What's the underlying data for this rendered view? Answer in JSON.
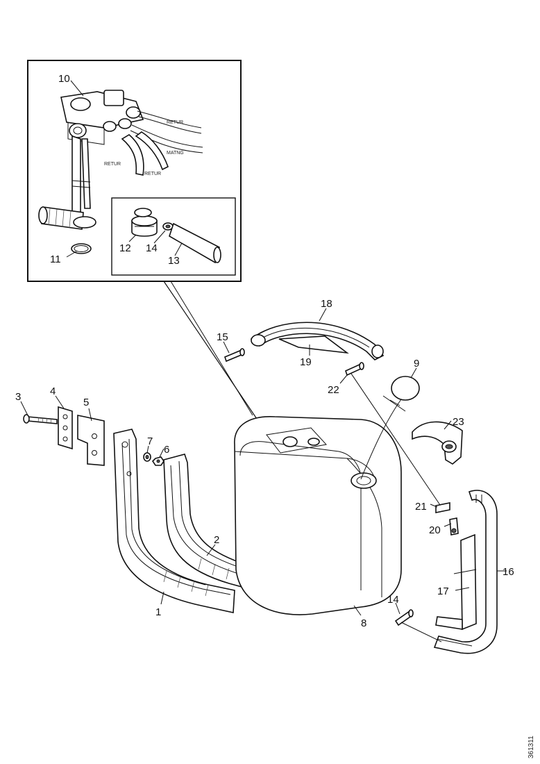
{
  "diagram": {
    "reference_code": "361311",
    "part_labels": {
      "p1": "1",
      "p2": "2",
      "p3": "3",
      "p4": "4",
      "p5": "5",
      "p6": "6",
      "p7": "7",
      "p8": "8",
      "p9": "9",
      "p10": "10",
      "p11": "11",
      "p12": "12",
      "p13": "13",
      "p14a": "14",
      "p14b": "14",
      "p15": "15",
      "p16": "16",
      "p17": "17",
      "p18": "18",
      "p19": "19",
      "p20": "20",
      "p21": "21",
      "p22": "22",
      "p23": "23"
    },
    "hose_labels": {
      "retur_upper": "RETUR",
      "matning": "MATNG",
      "retur_left": "RETUR",
      "retur_right": "RETUR"
    }
  }
}
